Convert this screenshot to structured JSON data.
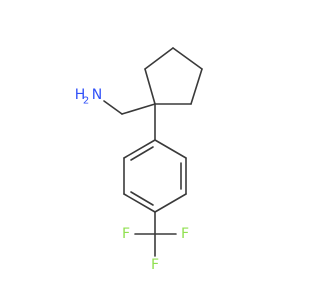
{
  "molecule": {
    "atoms": {
      "amine_n": "N",
      "amine_h": "H",
      "amine_h_count": "2",
      "fluorine_1": "F",
      "fluorine_2": "F",
      "fluorine_3": "F"
    },
    "colors": {
      "bond": "#3a3a3a",
      "nitrogen": "#3050F8",
      "fluorine": "#90E050"
    }
  }
}
